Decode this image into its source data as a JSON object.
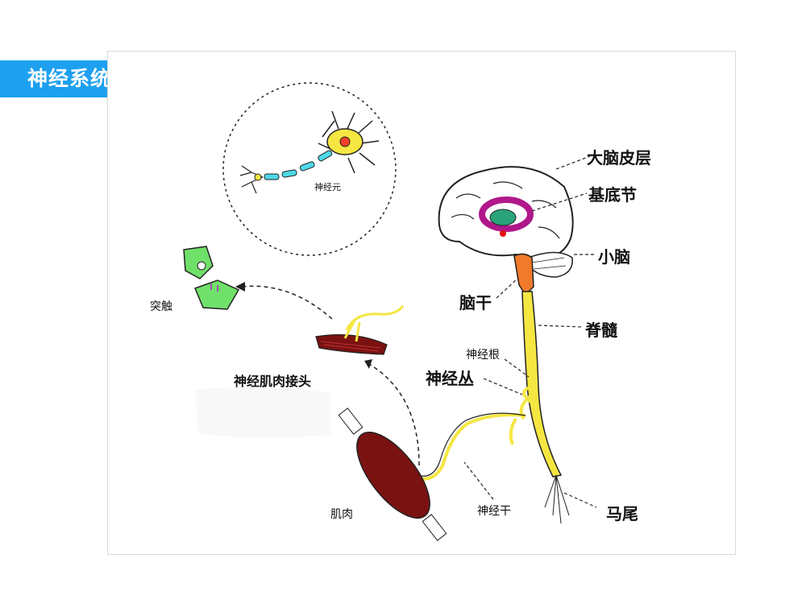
{
  "title": "神经系统模式图",
  "labels": {
    "neuron": "神经元",
    "synapse": "突触",
    "nmj": "神经肌肉接头",
    "muscle": "肌肉",
    "nerve_trunk": "神经干",
    "cortex": "大脑皮层",
    "basal_ganglia": "基底节",
    "cerebellum": "小脑",
    "brainstem": "脑干",
    "spinal_cord": "脊髓",
    "nerve_root": "神经根",
    "plexus": "神经丛",
    "cauda_equina": "马尾"
  },
  "colors": {
    "title_bg": "#1ea0f0",
    "nerve": "#f5e642",
    "muscle": "#7a1212",
    "synapse": "#6fe06a",
    "neuron_axon": "#4dd8e8",
    "brainstem": "#f07a2a",
    "basal_outer": "#b0188a",
    "basal_inner": "#2aa37a"
  }
}
